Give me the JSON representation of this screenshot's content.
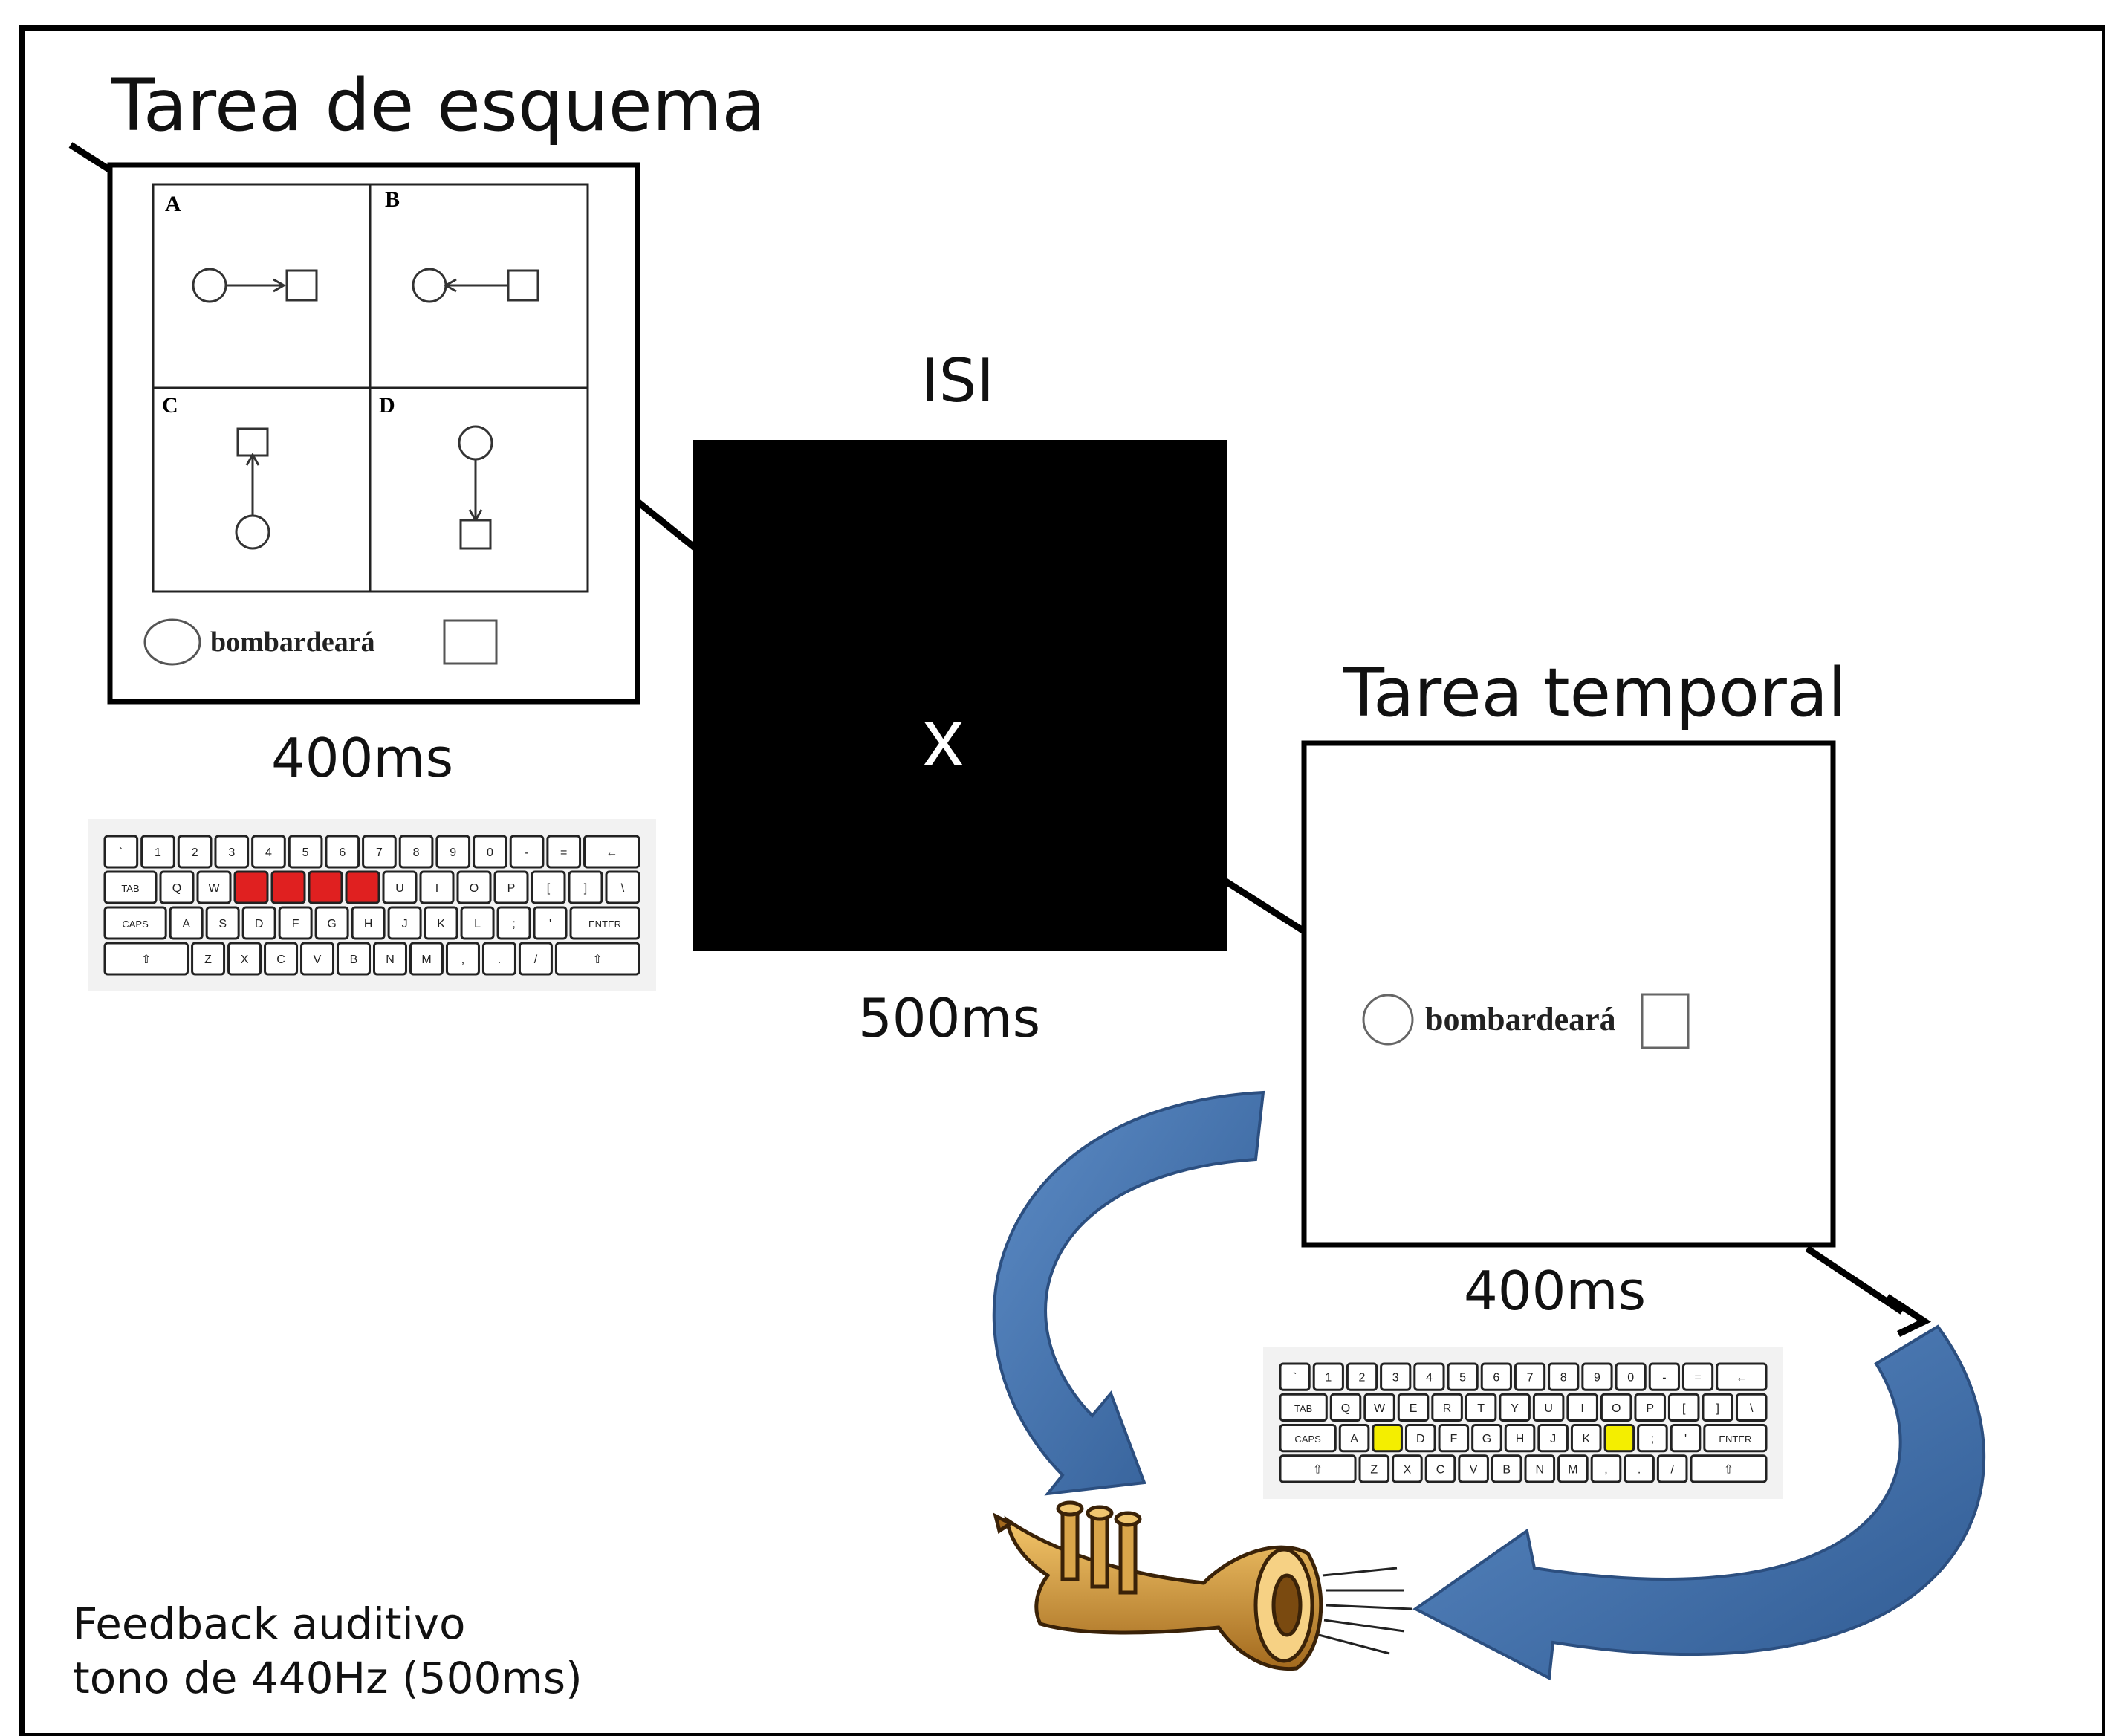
{
  "panels": {
    "schema_task": {
      "title": "Tarea de esquema",
      "quadrant_labels": [
        "A",
        "B",
        "C",
        "D"
      ],
      "word": "bombardeará",
      "duration": "400ms"
    },
    "isi": {
      "title": "ISI",
      "symbol": "x",
      "duration": "500ms"
    },
    "temporal_task": {
      "title": "Tarea temporal",
      "word": "bombardeará",
      "duration": "400ms"
    }
  },
  "feedback": {
    "line1": "Feedback auditivo",
    "line2": "tono  de 440Hz (500ms)"
  },
  "keyboard": {
    "row1": [
      "`",
      "1",
      "2",
      "3",
      "4",
      "5",
      "6",
      "7",
      "8",
      "9",
      "0",
      "-",
      "=",
      "←"
    ],
    "row2": [
      "TAB",
      "Q",
      "W",
      "E",
      "R",
      "T",
      "Y",
      "U",
      "I",
      "O",
      "P",
      "[",
      "]",
      "\\"
    ],
    "row3": [
      "CAPS",
      "A",
      "S",
      "D",
      "F",
      "G",
      "H",
      "J",
      "K",
      "L",
      ";",
      "'",
      "ENTER"
    ],
    "row4": [
      "⇧",
      "Z",
      "X",
      "C",
      "V",
      "B",
      "N",
      "M",
      ",",
      ".",
      "/",
      "⇧"
    ],
    "highlight_red": [
      "E",
      "R",
      "T",
      "Y"
    ],
    "highlight_yellow": [
      "S",
      "L"
    ],
    "colors": {
      "red": "#e02020",
      "yellow": "#f4ee00"
    }
  },
  "colors": {
    "arrow_blue": "#3f6fa8",
    "isi_screen": "#000000",
    "trumpet": "#c8922e"
  }
}
